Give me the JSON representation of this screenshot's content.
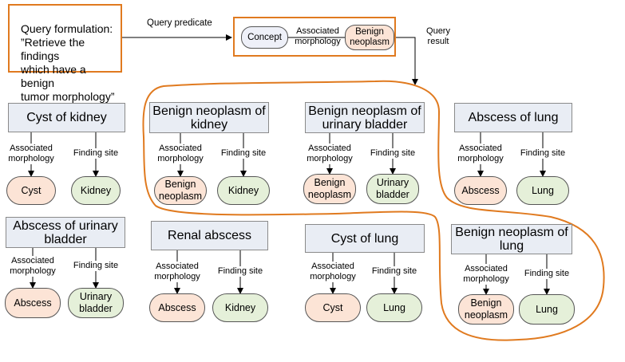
{
  "query": {
    "text": "Query formulation:\n”Retrieve the findings\nwhich have a benign\ntumor morphology”",
    "predicate_label": "Query predicate",
    "result_label": "Query\nresult"
  },
  "predicate": {
    "concept": "Concept",
    "relation": "Associated\nmorphology",
    "value": "Benign\nneoplasm"
  },
  "relations": {
    "morphology": "Associated\nmorphology",
    "site": "Finding site"
  },
  "findings": [
    {
      "title": "Cyst of kidney",
      "morphology": "Cyst",
      "site": "Kidney"
    },
    {
      "title": "Benign neoplasm of kidney",
      "morphology": "Benign\nneoplasm",
      "site": "Kidney"
    },
    {
      "title": "Benign neoplasm of urinary bladder",
      "morphology": "Benign\nneoplasm",
      "site": "Urinary\nbladder"
    },
    {
      "title": "Abscess of lung",
      "morphology": "Abscess",
      "site": "Lung"
    },
    {
      "title": "Abscess of urinary bladder",
      "morphology": "Abscess",
      "site": "Urinary\nbladder"
    },
    {
      "title": "Renal abscess",
      "morphology": "Abscess",
      "site": "Kidney"
    },
    {
      "title": "Cyst of lung",
      "morphology": "Cyst",
      "site": "Lung"
    },
    {
      "title": "Benign neoplasm of lung",
      "morphology": "Benign\nneoplasm",
      "site": "Lung"
    }
  ],
  "colors": {
    "highlight": "#e07a1f",
    "title_fill": "#e9edf4",
    "morphology_fill": "#fce4d6",
    "site_fill": "#e5f0d9",
    "concept_fill": "#eef0f8"
  }
}
